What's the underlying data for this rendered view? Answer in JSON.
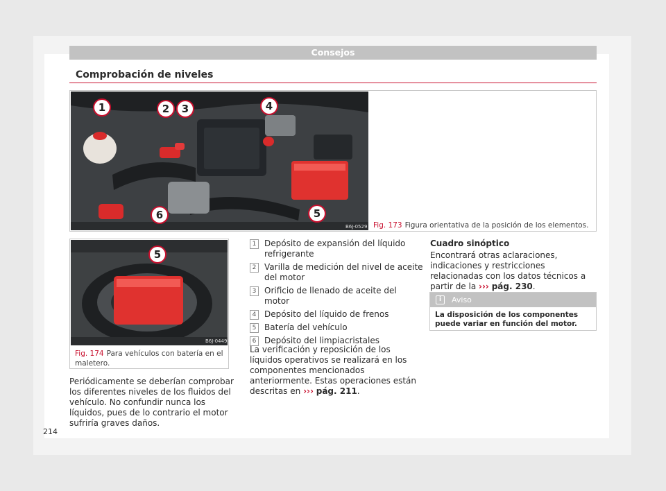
{
  "header": {
    "chapter": "Consejos"
  },
  "section": {
    "title": "Comprobación de niveles"
  },
  "fig173": {
    "number": "Fig. 173",
    "caption": "Figura orientativa de la posición de los elementos.",
    "code": "B6J-0529",
    "callouts": [
      "1",
      "2",
      "3",
      "4",
      "5",
      "6"
    ]
  },
  "fig174": {
    "number": "Fig. 174",
    "caption": "Para vehículos con batería en el maletero.",
    "code": "B6J-0449",
    "callout": "5"
  },
  "left_paragraph": "Periódicamente se deberían comprobar los diferentes niveles de los fluidos del vehículo. No confundir nunca los líquidos, pues de lo contrario el motor sufriría graves daños.",
  "legend": [
    {
      "num": "1",
      "text": "Depósito de expansión del líquido refrigerante"
    },
    {
      "num": "2",
      "text": "Varilla de medición del nivel de aceite del motor"
    },
    {
      "num": "3",
      "text": "Orificio de llenado de aceite del motor"
    },
    {
      "num": "4",
      "text": "Depósito del líquido de frenos"
    },
    {
      "num": "5",
      "text": "Batería del vehículo"
    },
    {
      "num": "6",
      "text": "Depósito del limpiacristales"
    }
  ],
  "mid_paragraph": {
    "text": "La verificación y reposición de los líquidos operativos se realizará en los componentes mencionados anteriormente. Estas operaciones están descritas en",
    "arrow": "›››",
    "ref": "pág. 211",
    "end": "."
  },
  "cuadro": {
    "title": "Cuadro sinóptico",
    "text": "Encontrará otras aclaraciones, indicaciones y restricciones relacionadas con los datos técnicos a partir de la",
    "arrow": "›››",
    "ref": "pág. 230",
    "end": "."
  },
  "aviso": {
    "title": "Aviso",
    "icon": "info-icon",
    "text": "La disposición de los componentes puede variar en función del motor."
  },
  "page_number": "214",
  "colors": {
    "accent": "#c8102e",
    "bar": "#c2c2c2"
  }
}
